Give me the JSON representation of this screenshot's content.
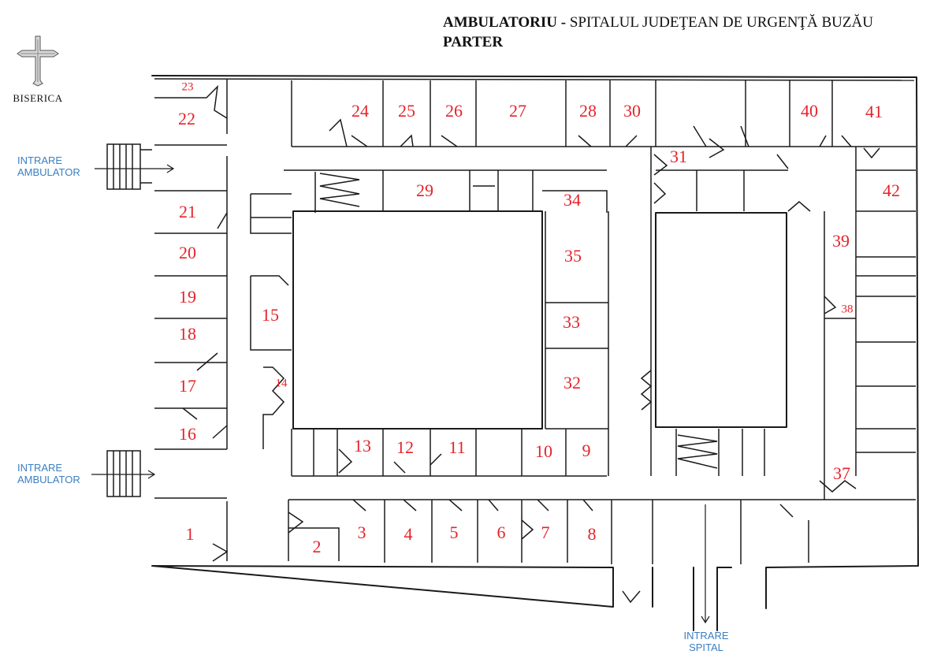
{
  "header": {
    "title_bold": "AMBULATORIU -",
    "title_rest": "SPITALUL JUDEŢEAN DE URGENŢĂ BUZĂU",
    "floor": "PARTER"
  },
  "landmark": {
    "label": "BISERICA",
    "icon": "cross-icon"
  },
  "entrances": {
    "ambulator_top": {
      "line1": "INTRARE",
      "line2": "AMBULATOR"
    },
    "ambulator_bottom": {
      "line1": "INTRARE",
      "line2": "AMBULATOR"
    },
    "hospital": {
      "line1": "INTRARE",
      "line2": "SPITAL"
    }
  },
  "rooms": [
    {
      "id": "1"
    },
    {
      "id": "2"
    },
    {
      "id": "3"
    },
    {
      "id": "4"
    },
    {
      "id": "5"
    },
    {
      "id": "6"
    },
    {
      "id": "7"
    },
    {
      "id": "8"
    },
    {
      "id": "9"
    },
    {
      "id": "10"
    },
    {
      "id": "11"
    },
    {
      "id": "12"
    },
    {
      "id": "13"
    },
    {
      "id": "14"
    },
    {
      "id": "15"
    },
    {
      "id": "16"
    },
    {
      "id": "17"
    },
    {
      "id": "18"
    },
    {
      "id": "19"
    },
    {
      "id": "20"
    },
    {
      "id": "21"
    },
    {
      "id": "22"
    },
    {
      "id": "23"
    },
    {
      "id": "24"
    },
    {
      "id": "25"
    },
    {
      "id": "26"
    },
    {
      "id": "27"
    },
    {
      "id": "28"
    },
    {
      "id": "29"
    },
    {
      "id": "30"
    },
    {
      "id": "31"
    },
    {
      "id": "32"
    },
    {
      "id": "33"
    },
    {
      "id": "34"
    },
    {
      "id": "35"
    },
    {
      "id": "37"
    },
    {
      "id": "38"
    },
    {
      "id": "39"
    },
    {
      "id": "40"
    },
    {
      "id": "41"
    },
    {
      "id": "42"
    }
  ],
  "colors": {
    "room_number": "#e5232b",
    "entrance_label": "#3a7fc1",
    "walls": "#1a1a1a"
  }
}
